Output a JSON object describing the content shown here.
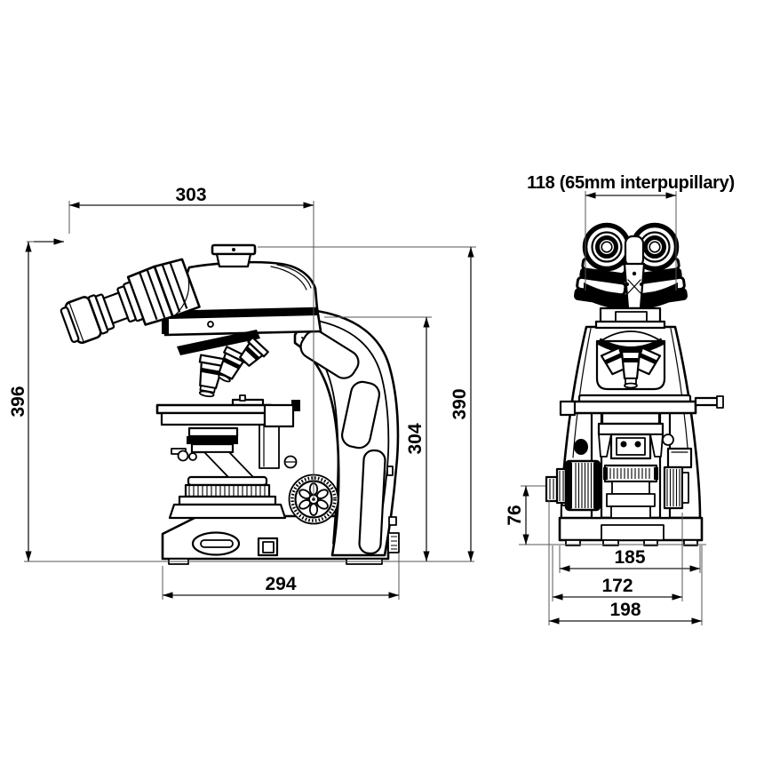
{
  "page": {
    "background": "#ffffff",
    "ink": "#000000"
  },
  "dimensions": {
    "side_view": {
      "width_top": "303",
      "height_overall": "396",
      "height_camera_port": "390",
      "height_arm": "304",
      "base_depth": "294"
    },
    "front_view": {
      "eyepiece_span": "118 (65mm interpupillary)",
      "focus_knob_height": "76",
      "stage_width": "185",
      "base_width": "172",
      "overall_width": "198"
    }
  }
}
